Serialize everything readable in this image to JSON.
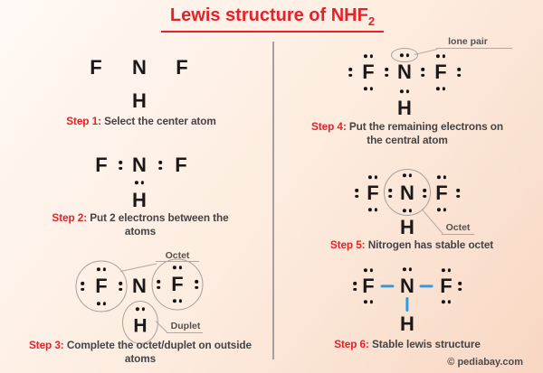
{
  "title": {
    "text": "Lewis structure of NHF",
    "subscript": "2"
  },
  "atoms": {
    "F": "F",
    "N": "N",
    "H": "H"
  },
  "annotations": {
    "lone_pair": "lone pair",
    "octet": "Octet",
    "duplet": "Duplet"
  },
  "steps": [
    {
      "label": "Step 1:",
      "caption": "Select the center atom"
    },
    {
      "label": "Step 2:",
      "caption": "Put 2 electrons between the atoms"
    },
    {
      "label": "Step 3:",
      "caption": "Complete the octet/duplet on outside atoms"
    },
    {
      "label": "Step 4:",
      "caption": "Put the remaining electrons on the central atom"
    },
    {
      "label": "Step 5:",
      "caption": "Nitrogen has stable octet"
    },
    {
      "label": "Step 6:",
      "caption": "Stable lewis structure"
    }
  ],
  "footer": {
    "credit": "© pediabay.com"
  },
  "colors": {
    "accent_red": "#e5212a",
    "bond_blue": "#2d9ce2",
    "text_gray": "#454345",
    "line_gray": "#a79f9e"
  }
}
